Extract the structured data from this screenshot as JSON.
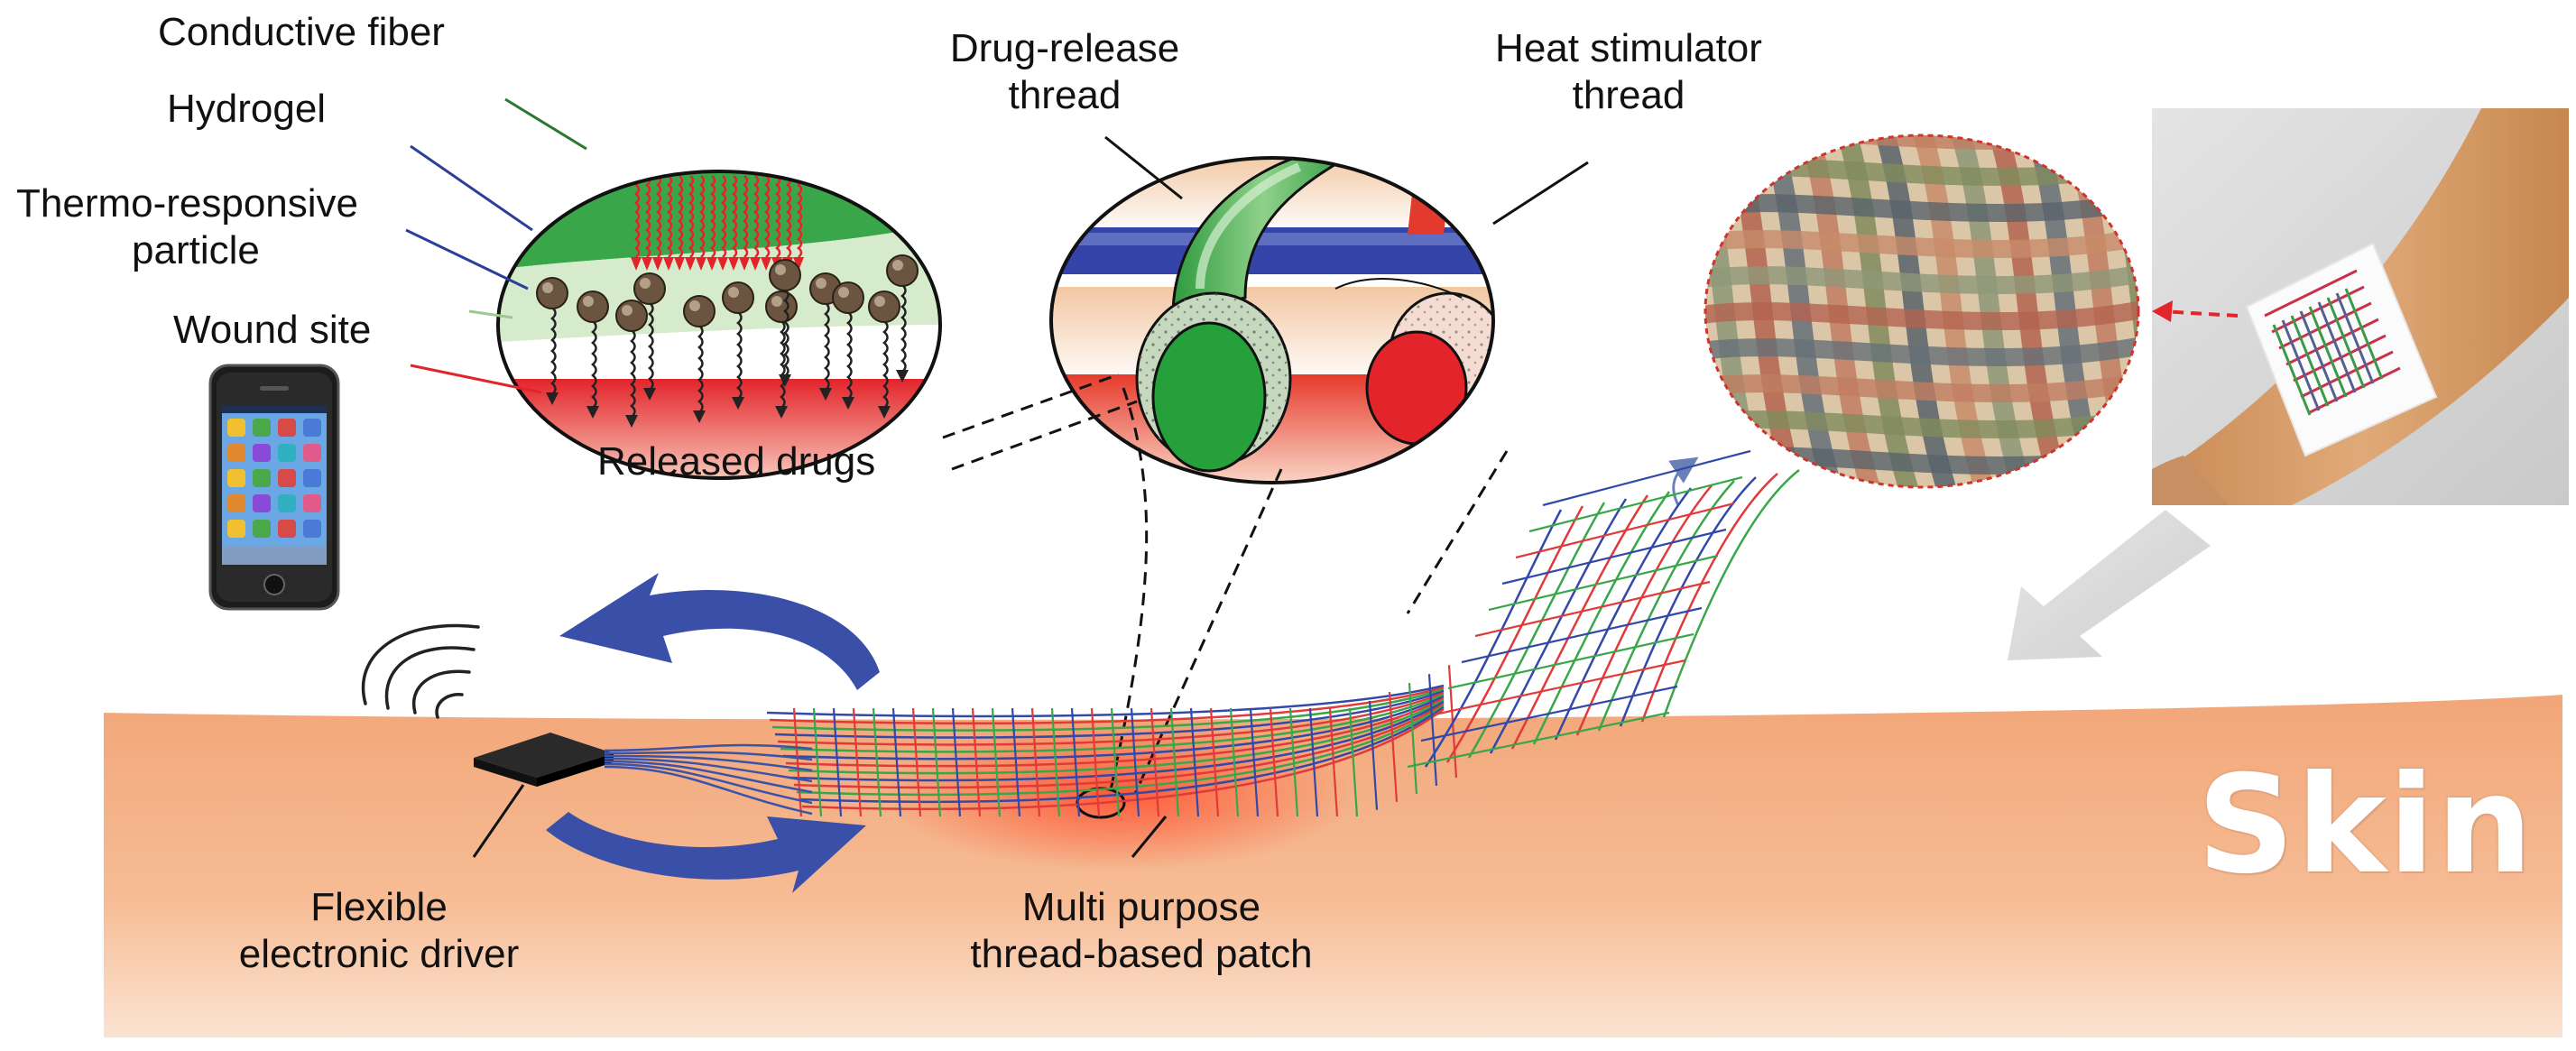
{
  "labels": {
    "conductive_fiber": "Conductive fiber",
    "hydrogel": "Hydrogel",
    "thermo_responsive": [
      "Thermo-responsive",
      "particle"
    ],
    "wound_site": "Wound site",
    "released_drugs": "Released drugs",
    "drug_release_thread": [
      "Drug-release",
      "thread"
    ],
    "heat_stimulator_thread": [
      "Heat stimulator",
      "thread"
    ],
    "flexible_driver": [
      "Flexible",
      "electronic driver"
    ],
    "patch": [
      "Multi purpose",
      "thread-based patch"
    ],
    "skin": "Skin"
  },
  "colors": {
    "skin": "#f4b48a",
    "hydrogel": "#cfe8c4",
    "conductive": "#3aa64a",
    "wound": "#e3242b",
    "arrow": "#3a4fa8",
    "thread_blue": "#3249a8",
    "thread_red": "#e03a3a",
    "thread_green": "#3aa64a"
  },
  "icons": [
    "smartphone-icon",
    "wireless-signal-icon",
    "curved-arrow-icon"
  ]
}
